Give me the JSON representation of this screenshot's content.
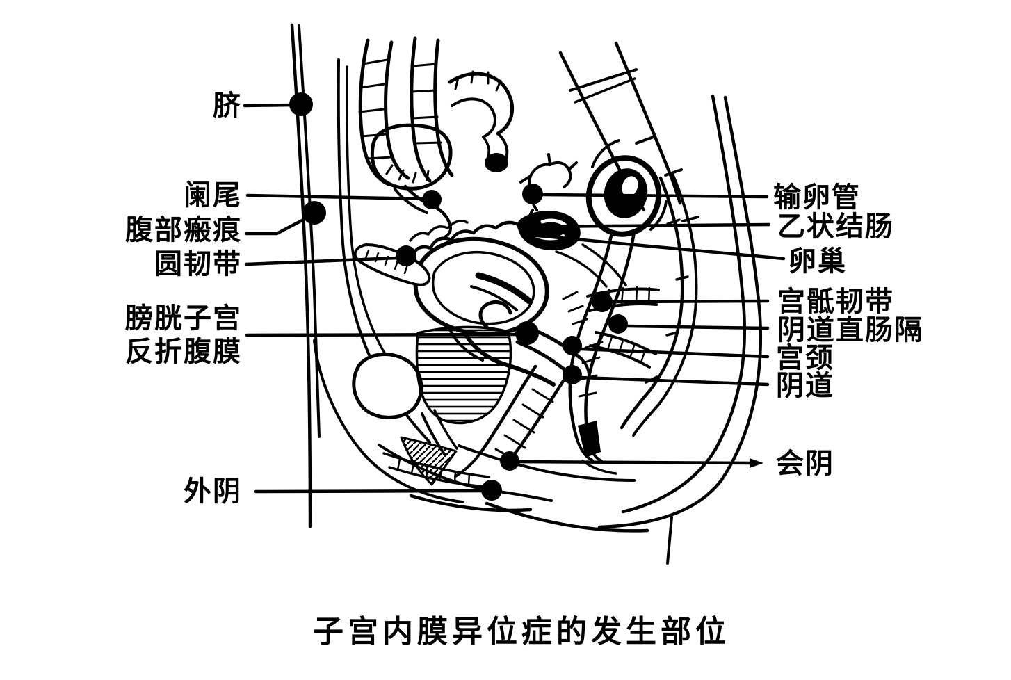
{
  "figure": {
    "type": "anatomical-diagram",
    "caption": "子宫内膜异位症的发生部位",
    "ink": "#000000",
    "background": "#ffffff",
    "labels_left": [
      {
        "name": "navel",
        "text": "脐"
      },
      {
        "name": "appendix",
        "text": "阑尾"
      },
      {
        "name": "abdominal-scar",
        "text": "腹部瘢痕"
      },
      {
        "name": "round-ligament",
        "text": "圆韧带"
      },
      {
        "name": "vesicouterine-peritoneal-reflection",
        "text": "膀胱子宫",
        "text2": "反折腹膜"
      },
      {
        "name": "vulva",
        "text": "外阴"
      }
    ],
    "labels_right": [
      {
        "name": "fallopian-tube",
        "text": "输卵管"
      },
      {
        "name": "sigmoid-colon",
        "text": "乙状结肠"
      },
      {
        "name": "ovary",
        "text": "卵巢"
      },
      {
        "name": "uterosacral-ligament",
        "text": "宫骶韧带"
      },
      {
        "name": "rectovaginal-septum",
        "text": "阴道直肠隔"
      },
      {
        "name": "cervix",
        "text": "宫颈"
      },
      {
        "name": "vagina",
        "text": "阴道"
      },
      {
        "name": "perineum",
        "text": "会阴"
      }
    ]
  }
}
